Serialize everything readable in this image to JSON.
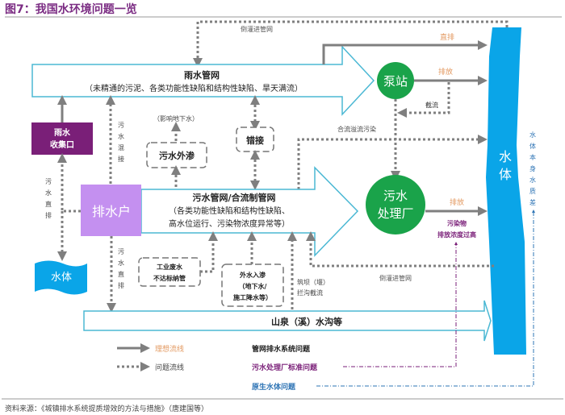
{
  "figure": {
    "title": "图7：我国水环境问题一览",
    "source": "资料来源：《城镇排水系统提质增效的方法与措施》（唐建国等）"
  },
  "colors": {
    "title": "#7b2c83",
    "pipe_outline": "#4bb8d4",
    "arrow_gray": "#7f7f7f",
    "green": "#1aa34a",
    "purple_dark": "#7a1f78",
    "purple_light": "#c490f0",
    "water_blue": "#0aa5e8",
    "orange_label": "#e39a62",
    "water_problem_blue": "#2e74b5"
  },
  "nodes": {
    "rain_pipe": {
      "title": "雨水管网",
      "desc": "（未精通的污泥、各类功能性缺陷和结构性缺陷、旱天满流）"
    },
    "sewer_pipe": {
      "title": "污水管网/合流制管网",
      "desc1": "（各类功能性缺陷和结构性缺陷、",
      "desc2": "高水位运行、污染物浓度异常等）"
    },
    "stream": {
      "title": "山泉（溪）水沟等"
    },
    "pump_station": {
      "label": "泵站"
    },
    "wwtp": {
      "line1": "污水",
      "line2": "处理厂"
    },
    "rain_inlet": {
      "line1": "雨水",
      "line2": "收集口"
    },
    "household": {
      "label": "排水户"
    },
    "water_body_small": {
      "label": "水体"
    },
    "water_body_river": {
      "line1": "水",
      "line2": "体"
    },
    "sewage_exfiltration": {
      "label": "污水外渗"
    },
    "misconnection": {
      "label": "错接"
    },
    "industrial": {
      "line1": "工业废水",
      "line2": "不达标纳管"
    },
    "infiltration": {
      "line1": "外水入渗",
      "line2": "（地下水/",
      "line3": "施工降水等）"
    }
  },
  "labels": {
    "backflow_top": "倒灌进管网",
    "direct_discharge": "直排",
    "discharge_pump": "排放",
    "interception": "截流",
    "cso": "合流溢流污染",
    "discharge_wwtp": "排放",
    "pollutant_high_1": "污染物",
    "pollutant_high_2": "排放浓度过高",
    "mixed": [
      "污",
      "水",
      "混",
      "接"
    ],
    "affects_groundwater": "（影响地下水）",
    "sewage_direct_left": [
      "污",
      "水",
      "直",
      "排"
    ],
    "sewage_direct_mid": [
      "污",
      "水",
      "直",
      "排"
    ],
    "dam_1": "筑坝（堰）",
    "dam_2": "拦沟截流",
    "backflow_bottom": "倒灌进管网",
    "water_quality_poor": [
      "水",
      "体",
      "本",
      "身",
      "水",
      "质",
      "差"
    ]
  },
  "legend": {
    "ideal_flow": "理想流线",
    "problem_flow": "问题流线",
    "pipe_problem": "管网排水系统问题",
    "wwtp_problem": "污水处理厂标准问题",
    "water_problem": "原生水体问题"
  }
}
